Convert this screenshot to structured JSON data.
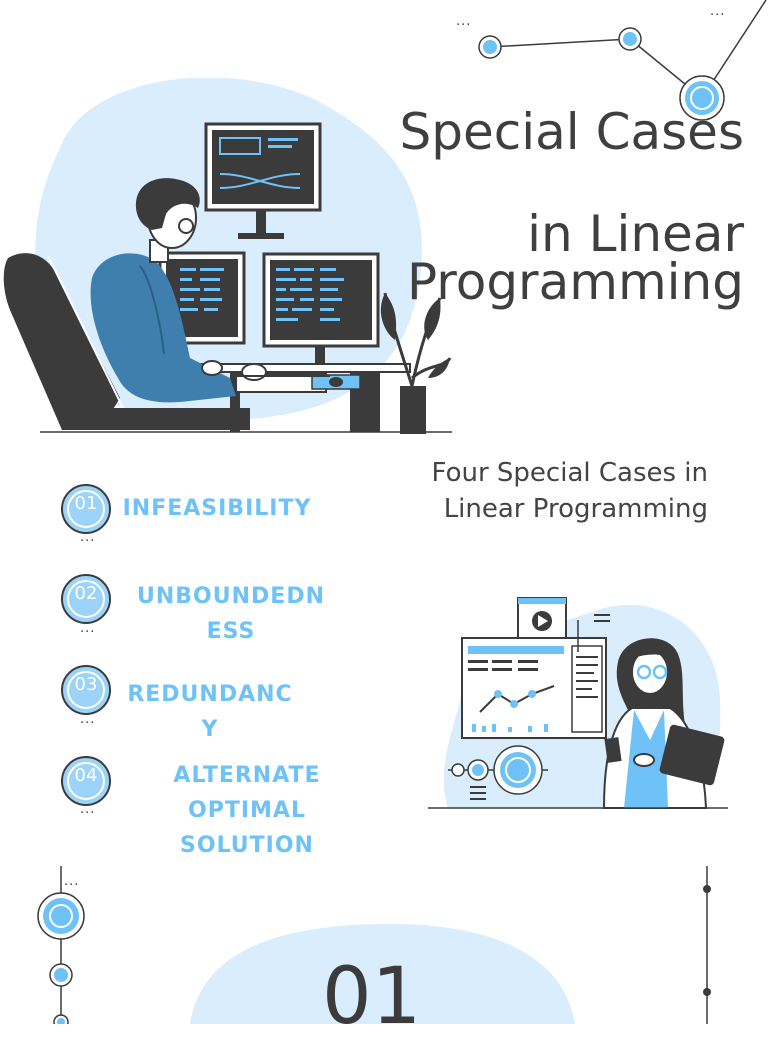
{
  "title_lines": [
    "Special Cases",
    "in Linear",
    "Programming"
  ],
  "subtitle": "Four Special Cases in Linear Programming",
  "cases": [
    {
      "number": "01",
      "label": "INFEASIBILITY"
    },
    {
      "number": "02",
      "label": "UNBOUNDEDNESS"
    },
    {
      "number": "03",
      "label": "REDUNDANCY"
    },
    {
      "number": "04",
      "label": "ALTERNATE OPTIMAL SOLUTION"
    }
  ],
  "big_number": "01",
  "ellipsis": "...",
  "colors": {
    "accent": "#6ec2f7",
    "blob": "#d9edfc",
    "text": "#3f3f3f",
    "dark": "#3b3b3b"
  }
}
